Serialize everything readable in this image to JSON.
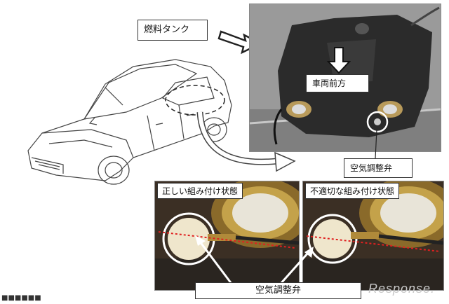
{
  "labels": {
    "fuel_tank": "燃料タンク",
    "vehicle_front": "車両前方",
    "air_valve_top": "空気調整弁",
    "correct": "正しい組み付け状態",
    "incorrect": "不適切な組み付け状態",
    "air_valve_bottom": "空気調整弁"
  },
  "watermark": "Response.",
  "footnote": "■■■■■■",
  "colors": {
    "red_line": "#e02020"
  }
}
